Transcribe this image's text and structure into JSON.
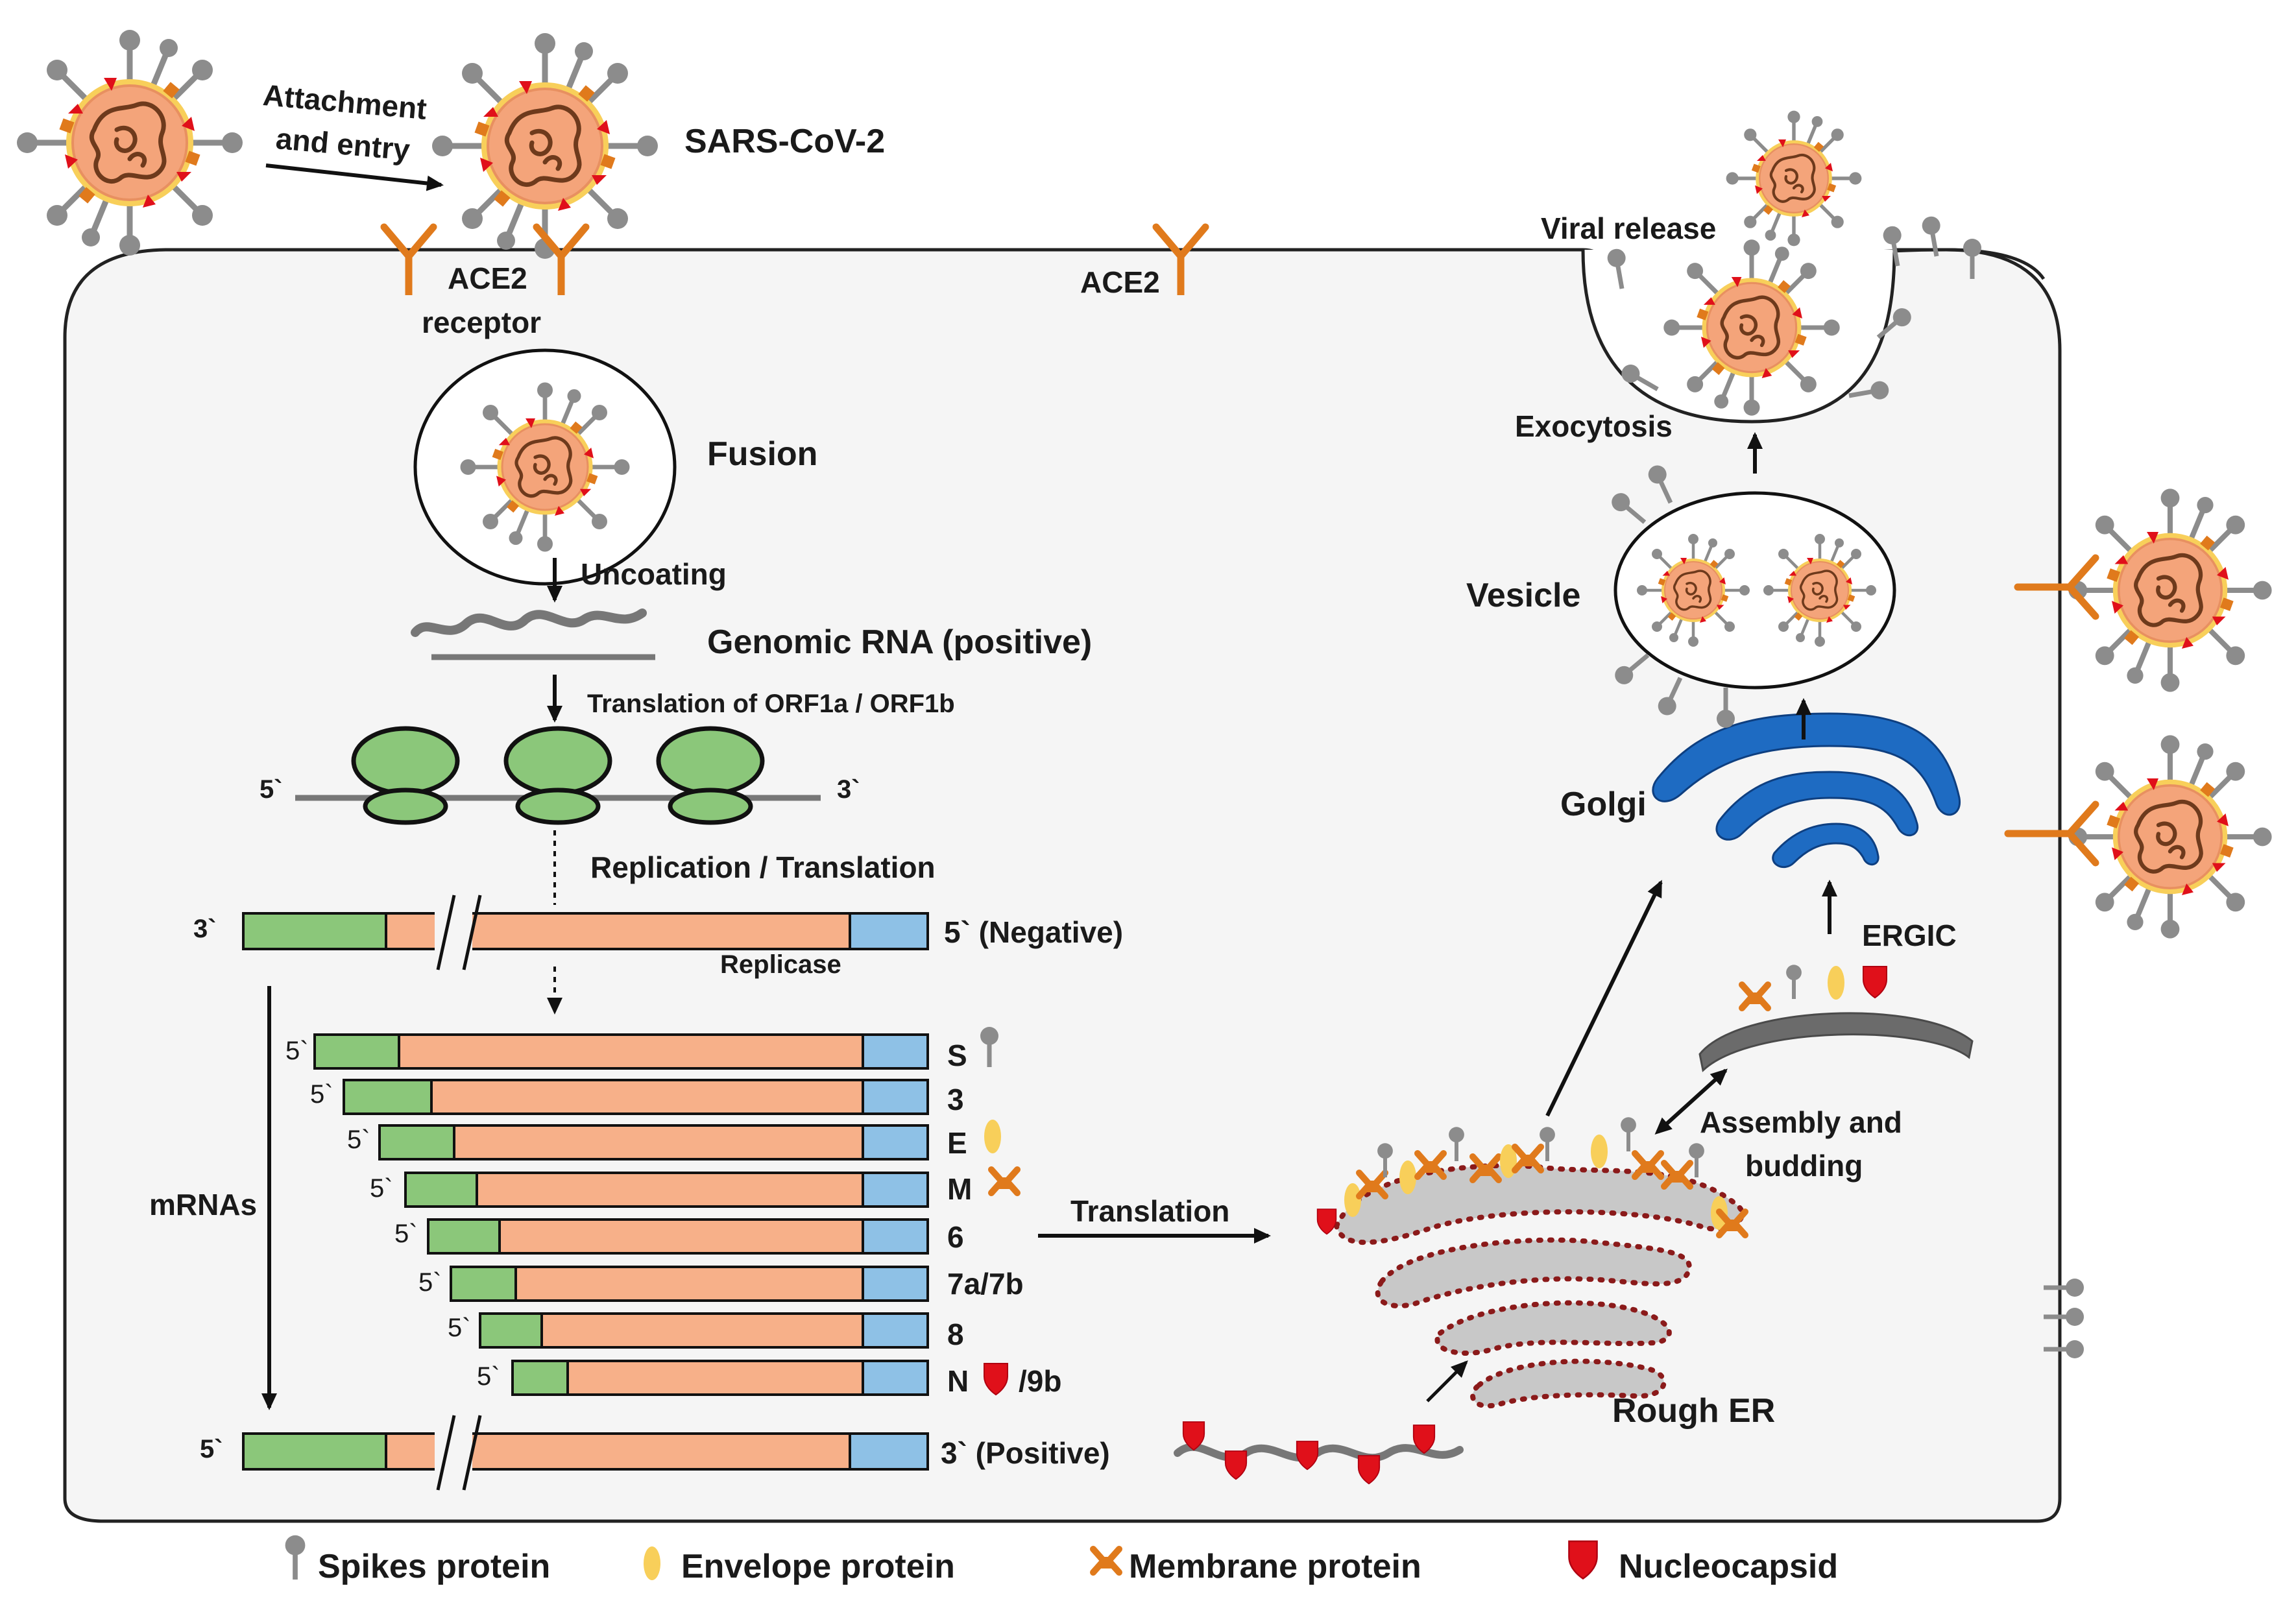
{
  "labels": {
    "attachment": "Attachment",
    "and_entry": "and entry",
    "virus": "SARS-CoV-2",
    "ace2": "ACE2",
    "receptor": "receptor",
    "ace2_right": "ACE2",
    "fusion": "Fusion",
    "uncoating": "Uncoating",
    "genomic_rna": "Genomic RNA (positive)",
    "translation_orf": "Translation of ORF1a / ORF1b",
    "five_prime": "5`",
    "three_prime": "3`",
    "replication": "Replication / Translation",
    "negative_end": "5` (Negative)",
    "replicase": "Replicase",
    "mrnas": "mRNAs",
    "positive_end": "3` (Positive)",
    "translation": "Translation",
    "rough_er": "Rough ER",
    "assembly": "Assembly and",
    "budding": "budding",
    "ergic": "ERGIC",
    "golgi": "Golgi",
    "vesicle": "Vesicle",
    "exocytosis": "Exocytosis",
    "viral_release": "Viral release"
  },
  "mrna_labels": [
    "S",
    "3",
    "E",
    "M",
    "6",
    "7a/7b",
    "8",
    "N",
    "/9b"
  ],
  "legend": {
    "spikes": "Spikes protein",
    "envelope": "Envelope protein",
    "membrane": "Membrane protein",
    "nucleocapsid": "Nucleocapsid"
  },
  "colors": {
    "virus_body": "#F4A47A",
    "rna_dark": "#6E3A1C",
    "spike": "#8C8C8C",
    "envelope": "#F8CF5A",
    "membrane": "#E07A1C",
    "nucleocapsid": "#E0101A",
    "ace2": "#E07A1C",
    "green": "#8BC77A",
    "orange": "#F7B089",
    "blue": "#8EC1E6",
    "golgi": "#1E6BC2",
    "er": "#C8C8C8",
    "er_dots": "#8B1A1A",
    "cell_bg": "#F5F5F5"
  },
  "icons": [
    "spike-icon",
    "envelope-icon",
    "membrane-protein-icon",
    "nucleocapsid-icon",
    "virus-icon",
    "ace2-receptor-icon"
  ]
}
